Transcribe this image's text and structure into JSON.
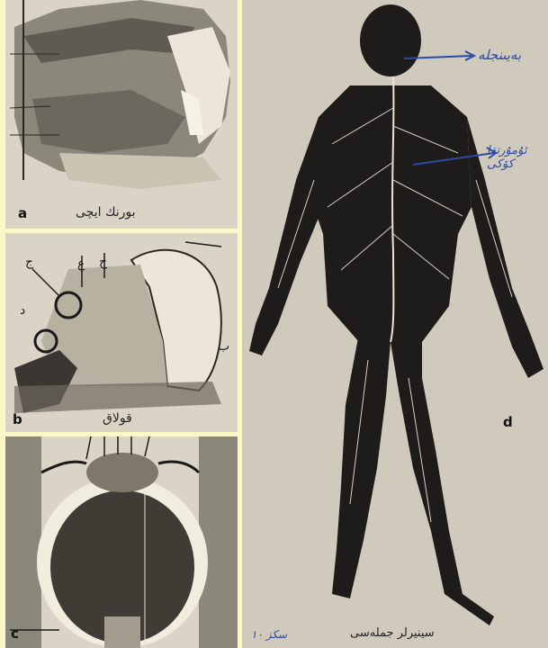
{
  "panels": {
    "a": {
      "letter": "a",
      "caption": "بورنك ايچى"
    },
    "b": {
      "letter": "b",
      "caption": "قولاق",
      "labels": [
        "ج",
        "ع",
        "ح",
        "د",
        "ب"
      ]
    },
    "c": {
      "letter": "c"
    },
    "d": {
      "letter": "d",
      "caption": "سينيرلر جمله‌سى",
      "page_ref": "سكز ١٠",
      "annotations": {
        "top": "بەيىنجلە",
        "spine": "ئۇمۇرتقا كۆكى"
      }
    }
  },
  "colors": {
    "background": "#fbf7c8",
    "ink": "#1a1a1a",
    "paper": "#d9d4c6",
    "pen": "#2d4aa6"
  }
}
